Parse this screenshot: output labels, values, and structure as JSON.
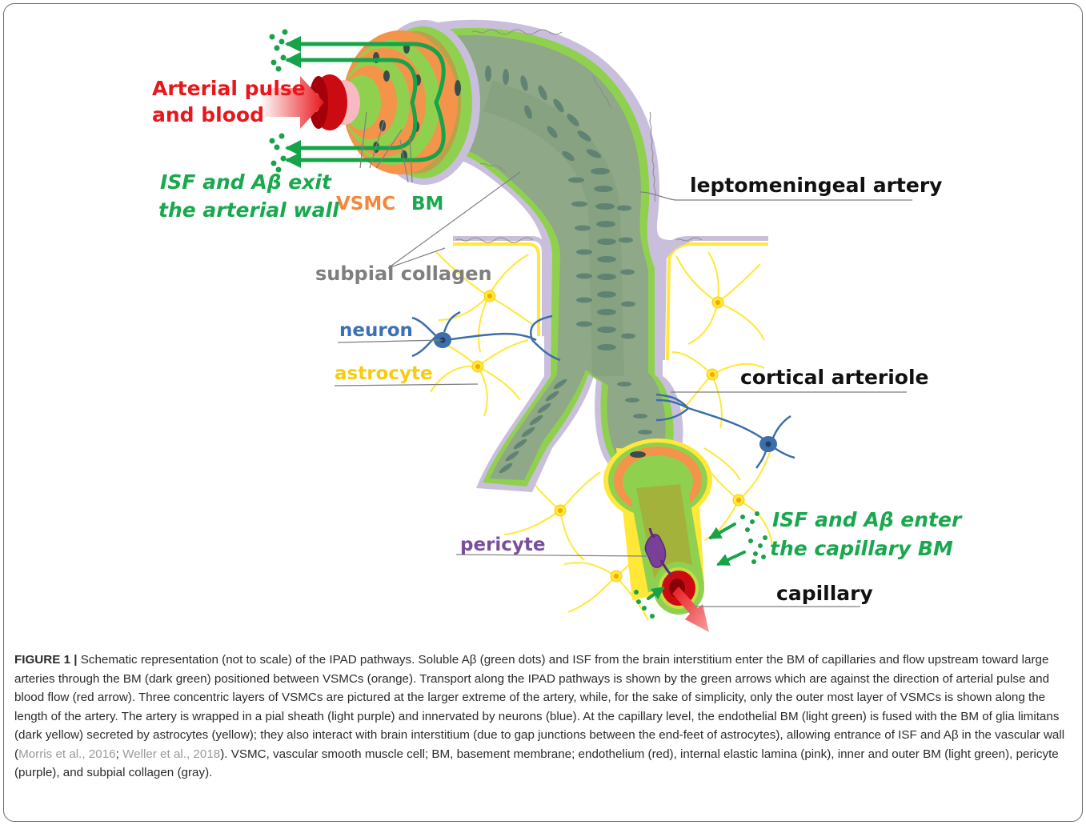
{
  "diagram": {
    "labels": {
      "arterial_line1": "Arterial pulse",
      "arterial_line2": "and blood",
      "isf_exit_line1": "ISF and Aβ exit",
      "isf_exit_line2": "the arterial wall",
      "vsmc": "VSMC",
      "bm": "BM",
      "leptomeningeal": "leptomeningeal artery",
      "subpial": "subpial collagen",
      "neuron": "neuron",
      "astrocyte": "astrocyte",
      "cortical": "cortical arteriole",
      "isf_enter_line1": "ISF and Aβ enter",
      "isf_enter_line2": "the capillary BM",
      "pericyte": "pericyte",
      "capillary": "capillary"
    },
    "colors": {
      "red_label": "#e8171c",
      "green_label": "#1aa84f",
      "orange_label": "#f5873b",
      "gray_label": "#7f7f7f",
      "blue_label": "#3d6fb3",
      "yellow_label": "#f5cc10",
      "purple_label": "#7a4f9a",
      "vessel_body": "#8fa888",
      "vsmc_orange": "#f4934a",
      "bm_light_green": "#8fd14f",
      "pial_purple": "#c9bfdc",
      "astrocyte_yellow": "#ffe838",
      "neuron_blue": "#3c6eaa",
      "endothelium_red": "#cc0a12",
      "elastic_pink": "#f7b9c2",
      "arrow_green": "#16a34a"
    }
  },
  "caption": {
    "figure_label": "FIGURE 1 |",
    "text_part1": " Schematic representation (not to scale) of the IPAD pathways. Soluble Aβ (green dots) and ISF from the brain interstitium enter the BM of capillaries and flow upstream toward large arteries through the BM (dark green) positioned between VSMCs (orange). Transport along the IPAD pathways is shown by the green arrows which are against the direction of arterial pulse and blood flow (red arrow). Three concentric layers of VSMCs are pictured at the larger extreme of the artery, while, for the sake of simplicity, only the outer most layer of VSMCs is shown along the length of the artery. The artery is wrapped in a pial sheath (light purple) and innervated by neurons (blue). At the capillary level, the endothelial BM (light green) is fused with the BM of glia limitans (dark yellow) secreted by astrocytes (yellow); they also interact with brain interstitium (due to gap junctions between the end-feet of astrocytes), allowing entrance of ISF and Aβ in the vascular wall (",
    "ref1": "Morris et al., 2016",
    "sep": "; ",
    "ref2": "Weller et al., 2018",
    "text_part2": "). VSMC, vascular smooth muscle cell; BM, basement membrane; endothelium (red), internal elastic lamina (pink), inner and outer BM (light green), pericyte (purple), and subpial collagen (gray)."
  }
}
